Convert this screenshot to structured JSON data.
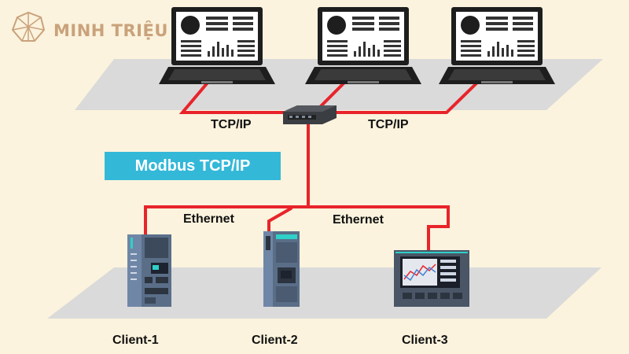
{
  "brand": {
    "name": "MINH TRIỆU",
    "icon": "crystal-logo-icon"
  },
  "protocol_label": "Modbus TCP/IP",
  "links": {
    "tcp_left": "TCP/IP",
    "tcp_right": "TCP/IP",
    "ethernet_left": "Ethernet",
    "ethernet_right": "Ethernet"
  },
  "clients": [
    {
      "label": "Client-1",
      "device": "plc-rack-icon"
    },
    {
      "label": "Client-2",
      "device": "plc-module-icon"
    },
    {
      "label": "Client-3",
      "device": "hmi-panel-icon"
    }
  ],
  "computers": [
    {
      "device": "laptop-icon"
    },
    {
      "device": "laptop-icon"
    },
    {
      "device": "laptop-icon"
    }
  ],
  "colors": {
    "background": "#fbf3dd",
    "wire": "#e8242a",
    "banner": "#33b8d8",
    "platform": "#dadada",
    "brand": "#c9a27c"
  }
}
